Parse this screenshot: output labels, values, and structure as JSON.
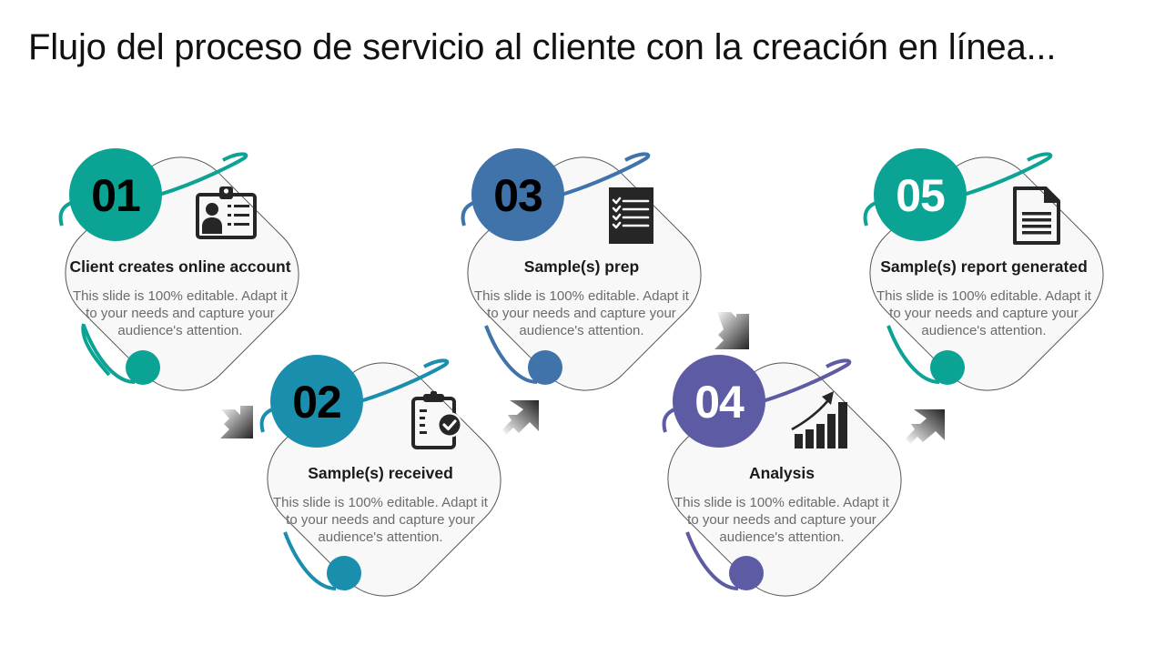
{
  "title": "Flujo del proceso de servicio al cliente con la creación en línea...",
  "colors": {
    "teal": "#0aa394",
    "cyan_blue": "#1a8fad",
    "steel_blue": "#3f73aa",
    "purple": "#5d5ba3",
    "card_fill": "#f8f8f8",
    "card_border": "#555555",
    "icon": "#262626"
  },
  "steps": [
    {
      "number": "01",
      "heading": "Client creates online account",
      "description": "This slide is 100% editable. Adapt it to your needs and capture your audience's attention.",
      "icon": "id-badge-icon",
      "color": "#0aa394",
      "number_color": "#000000"
    },
    {
      "number": "02",
      "heading": "Sample(s) received",
      "description": "This slide is 100% editable. Adapt it to your needs and capture your audience's attention.",
      "icon": "clipboard-check-icon",
      "color": "#1a8fad",
      "number_color": "#000000"
    },
    {
      "number": "03",
      "heading": "Sample(s) prep",
      "description": "This slide is 100% editable. Adapt it to your needs and capture your audience's attention.",
      "icon": "checklist-icon",
      "color": "#3f73aa",
      "number_color": "#000000"
    },
    {
      "number": "04",
      "heading": "Analysis",
      "description": "This slide is 100% editable. Adapt it to your needs and capture your audience's attention.",
      "icon": "growth-chart-icon",
      "color": "#5d5ba3",
      "number_color": "#ffffff"
    },
    {
      "number": "05",
      "heading": "Sample(s) report generated",
      "description": "This slide is 100% editable. Adapt it to your needs and capture your audience's attention.",
      "icon": "document-icon",
      "color": "#0aa394",
      "number_color": "#ffffff"
    }
  ],
  "connectors": [
    {
      "from": "01",
      "to": "02",
      "direction": "down-right"
    },
    {
      "from": "02",
      "to": "03",
      "direction": "up-right"
    },
    {
      "from": "03",
      "to": "04",
      "direction": "down-right"
    },
    {
      "from": "04",
      "to": "05",
      "direction": "up-right"
    }
  ]
}
